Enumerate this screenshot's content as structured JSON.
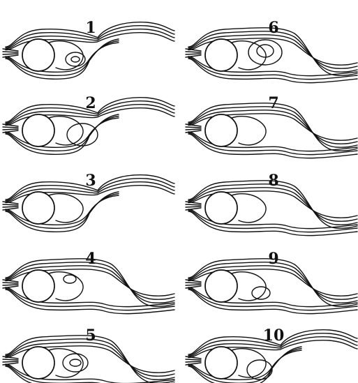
{
  "figure": {
    "panels": [
      {
        "label": "1"
      },
      {
        "label": "2"
      },
      {
        "label": "3"
      },
      {
        "label": "4"
      },
      {
        "label": "5"
      },
      {
        "label": "6"
      },
      {
        "label": "7"
      },
      {
        "label": "8"
      },
      {
        "label": "9"
      },
      {
        "label": "10"
      }
    ],
    "colors": {
      "ink": "#111111",
      "background": "#ffffff"
    }
  }
}
